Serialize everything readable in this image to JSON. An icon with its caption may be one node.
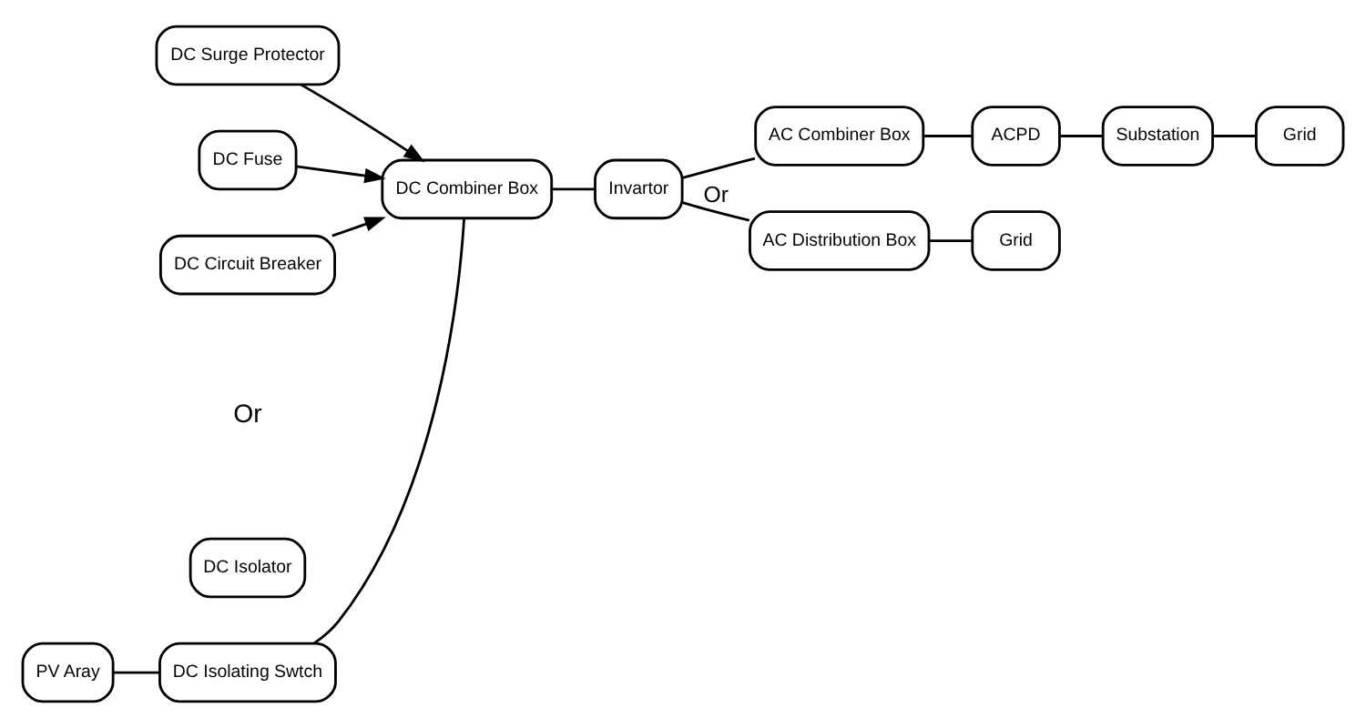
{
  "diagram": {
    "nodes": [
      {
        "text": [
          "DC Surge Protector"
        ]
      },
      {
        "text": [
          "DC Fuse"
        ]
      },
      {
        "text": [
          "DC Circuit Breaker"
        ]
      },
      {
        "text": [
          "DC Isolator"
        ]
      },
      {
        "text": [
          "PV Aray"
        ]
      },
      {
        "text": [
          "DC Isolating Swtch"
        ]
      },
      {
        "text": [
          "DC Combiner Box"
        ]
      },
      {
        "text": [
          "Invartor"
        ]
      },
      {
        "text": [
          "AC Combiner Box"
        ]
      },
      {
        "text": [
          "ACPD"
        ]
      },
      {
        "text": [
          "Substation"
        ]
      },
      {
        "text": [
          "Grid"
        ]
      },
      {
        "text": [
          "AC Distribution Box"
        ]
      },
      {
        "text": [
          "Grid"
        ]
      }
    ],
    "edges": [
      {
        "from": 0,
        "to": 6,
        "arrow": "to"
      },
      {
        "from": 1,
        "to": 6,
        "arrow": "to"
      },
      {
        "from": 2,
        "to": 6,
        "arrow": "to"
      },
      {
        "from": 4,
        "to": 5,
        "arrow": "none"
      },
      {
        "from": 5,
        "to": 6,
        "arrow": "none"
      },
      {
        "from": 6,
        "to": 7,
        "arrow": "none"
      },
      {
        "from": 7,
        "to": 8,
        "arrow": "none"
      },
      {
        "from": 8,
        "to": 9,
        "arrow": "none"
      },
      {
        "from": 9,
        "to": 10,
        "arrow": "none"
      },
      {
        "from": 10,
        "to": 11,
        "arrow": "none"
      },
      {
        "from": 7,
        "to": 12,
        "label": "Or",
        "arrow": "none"
      },
      {
        "from": 12,
        "to": 13,
        "arrow": "none"
      }
    ],
    "labels": [
      "Or"
    ]
  }
}
